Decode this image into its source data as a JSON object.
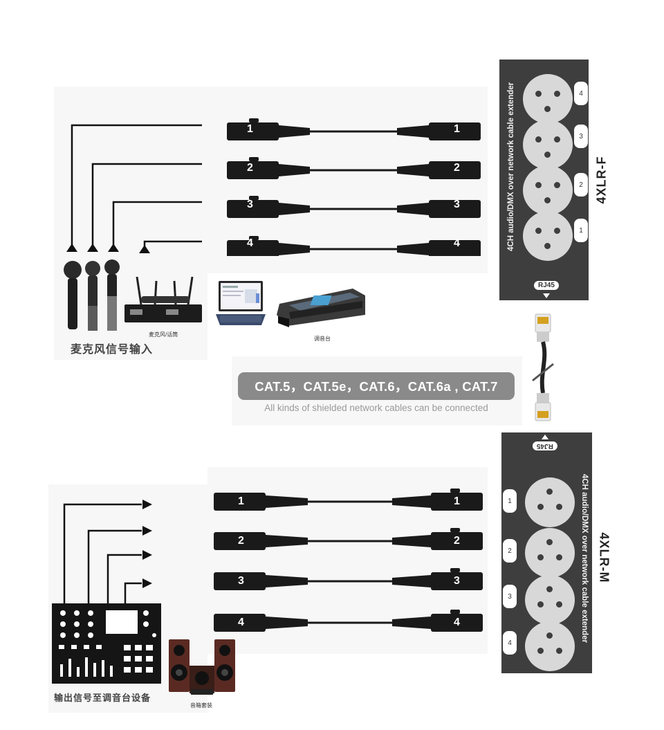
{
  "extender_top": {
    "model": "4XLR-F",
    "description": "4CH audio/DMX over network cable extender",
    "rj45": "RJ45",
    "ports": [
      "4",
      "3",
      "2",
      "1"
    ]
  },
  "extender_bottom": {
    "model": "4XLR-M",
    "description": "4CH audio/DMX over network cable extender",
    "rj45": "RJ45",
    "ports": [
      "1",
      "2",
      "3",
      "4"
    ]
  },
  "cables_top": [
    "1",
    "2",
    "3",
    "4"
  ],
  "cables_bottom": [
    "1",
    "2",
    "3",
    "4"
  ],
  "inputs": {
    "caption": "麦克风信号输入",
    "wireless_label": "麦克风/话筒",
    "mixer_label": "调音台"
  },
  "outputs": {
    "caption": "输出信号至调音台设备",
    "speaker_label": "音箱套装"
  },
  "network": {
    "cable_types": "CAT.5，CAT.5e，CAT.6，CAT.6a , CAT.7",
    "note": "All kinds of shielded network cables can be connected"
  },
  "colors": {
    "box": "#3e3e3e",
    "connector": "#1a1a1a",
    "badge": "#8a8a8a"
  }
}
